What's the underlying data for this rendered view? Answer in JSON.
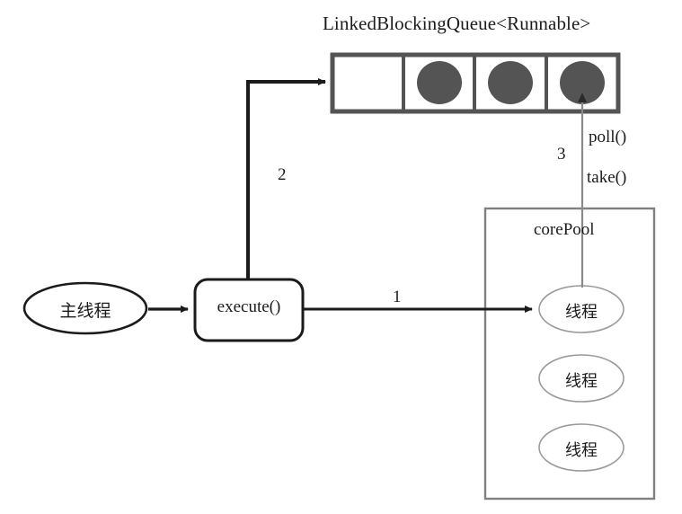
{
  "diagram": {
    "title_text": "LinkedBlockingQueue<Runnable>",
    "background": "#ffffff",
    "queue": {
      "label": "LinkedBlockingQueue<Runnable>",
      "cells": [
        {
          "filled": false,
          "task": ""
        },
        {
          "filled": true,
          "task": "runnable-task"
        },
        {
          "filled": true,
          "task": "runnable-task"
        },
        {
          "filled": true,
          "task": "runnable-task"
        }
      ],
      "border_color": "#545454",
      "task_color": "#545454"
    },
    "main_thread": {
      "label": "主线程",
      "shape": "ellipse",
      "border_color": "#1b1b1b"
    },
    "execute_box": {
      "label": "execute()",
      "shape": "rounded-rectangle",
      "border_color": "#1b1b1b"
    },
    "core_pool": {
      "label": "corePool",
      "border_color": "#808080",
      "threads": [
        {
          "label": "线程"
        },
        {
          "label": "线程"
        },
        {
          "label": "线程"
        }
      ],
      "thread_border_color": "#9a9a9a"
    },
    "steps": {
      "one": "1",
      "two": "2",
      "three": "3"
    },
    "queue_methods": {
      "poll": "poll()",
      "take": "take()"
    },
    "arrows": {
      "main_to_execute": {
        "step": "",
        "color": "#1b1b1b"
      },
      "execute_to_thread": {
        "step": "1",
        "color": "#1b1b1b"
      },
      "execute_to_queue": {
        "step": "2",
        "color": "#1b1b1b"
      },
      "queue_to_thread": {
        "step": "3",
        "color": "#8a8a8a"
      }
    }
  }
}
